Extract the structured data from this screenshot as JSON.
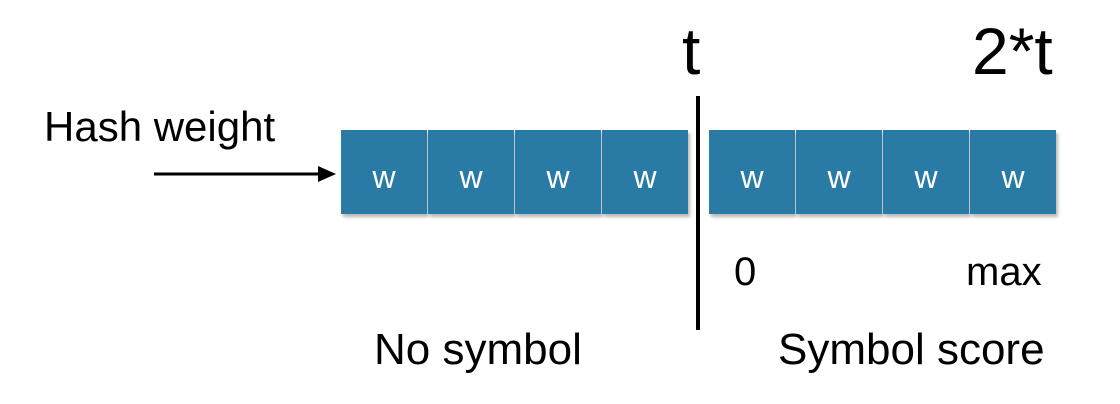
{
  "labels": {
    "t": "t",
    "two_t": "2*t",
    "hash_weight": "Hash weight",
    "zero": "0",
    "max": "max",
    "no_symbol": "No symbol",
    "symbol_score": "Symbol score"
  },
  "cells": [
    "w",
    "w",
    "w",
    "w",
    "w",
    "w",
    "w",
    "w"
  ],
  "colors": {
    "cell_fill": "#2a7aa6",
    "cell_text": "#ffffff",
    "ink": "#000000"
  }
}
